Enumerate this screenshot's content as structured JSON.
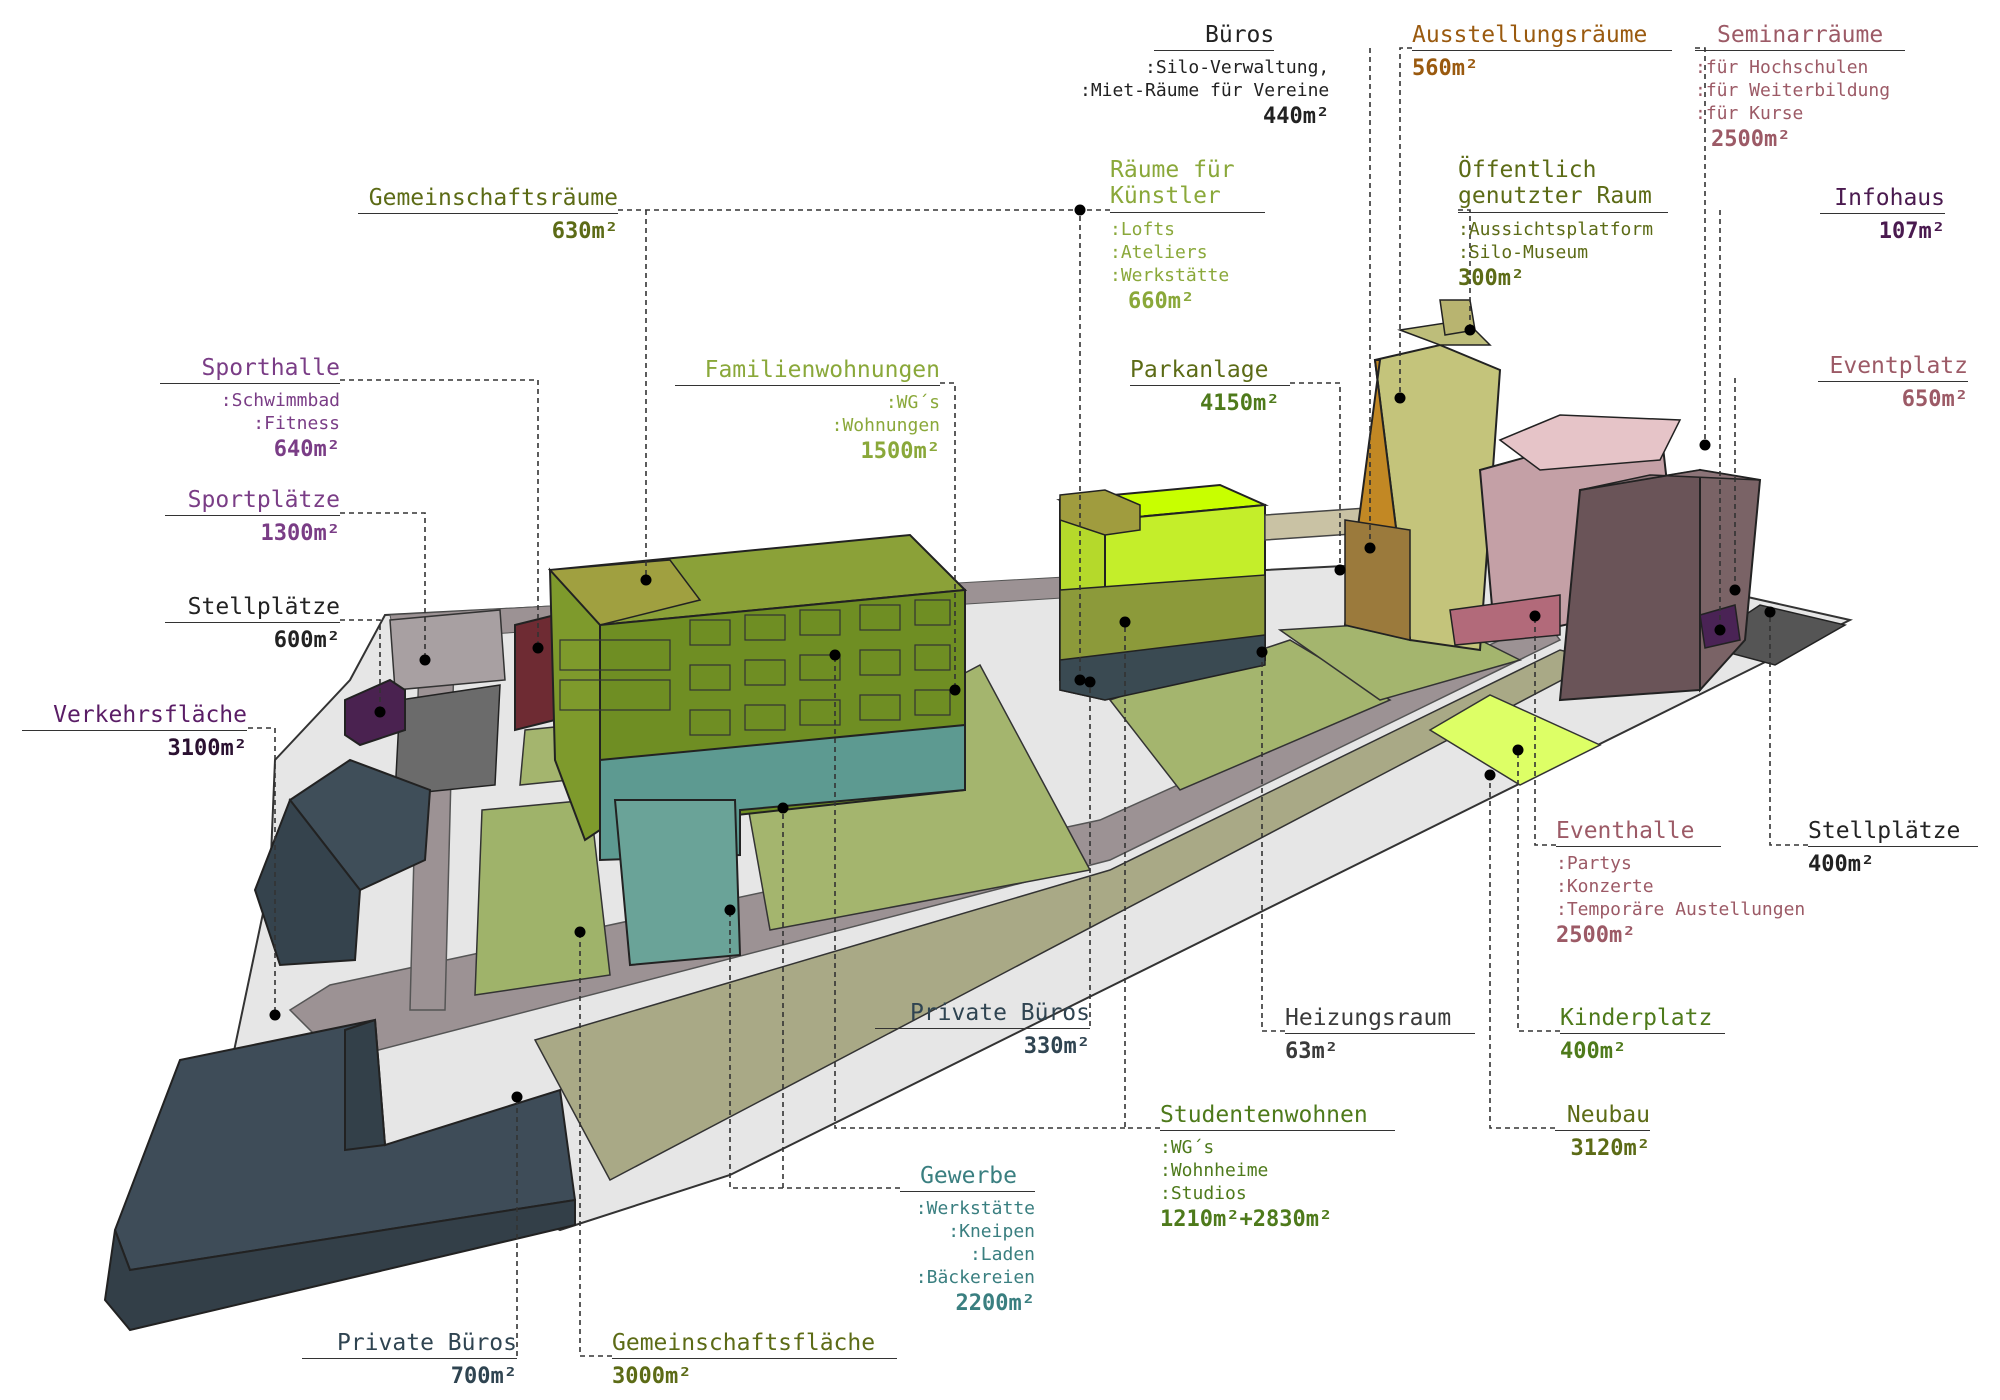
{
  "colors": {
    "purple": "#7a3d86",
    "dark_purple": "#4a1a4f",
    "olive": "#5c6b16",
    "lime": "#8aa83a",
    "green": "#4e7a1b",
    "brown": "#9a5a0f",
    "rose": "#9c5a66",
    "teal": "#3a7f80",
    "slate": "#2f4451",
    "black": "#222222"
  },
  "labels": {
    "sporthalle": {
      "title": "Sporthalle",
      "items": [
        ":Schwimmbad",
        ":Fitness"
      ],
      "area": "640m²"
    },
    "sportplaetze": {
      "title": "Sportplätze",
      "area": "1300m²"
    },
    "stellplaetze_left": {
      "title": "Stellplätze",
      "area": "600m²"
    },
    "verkehrsflaeche": {
      "title": "Verkehrsfläche",
      "area": "3100m²"
    },
    "gemeinschaftsraeume": {
      "title": "Gemeinschaftsräume",
      "area": "630m²"
    },
    "familienwohnungen": {
      "title": "Familienwohnungen",
      "items": [
        ":WG´s",
        ":Wohnungen"
      ],
      "area": "1500m²"
    },
    "kuenstler": {
      "title_line1": "Räume für",
      "title_line2": "Künstler",
      "items": [
        ":Lofts",
        ":Ateliers",
        ":Werkstätte"
      ],
      "area": "660m²"
    },
    "parkanlage": {
      "title": "Parkanlage",
      "area": "4150m²"
    },
    "bueros": {
      "title": "Büros",
      "items": [
        ":Silo-Verwaltung,",
        ":Miet-Räume für Vereine"
      ],
      "area": "440m²"
    },
    "ausstellungsraeume": {
      "title": "Ausstellungsräume",
      "area": "560m²"
    },
    "seminarraeume": {
      "title": "Seminarräume",
      "items": [
        ":für Hochschulen",
        ":für Weiterbildung",
        ":für Kurse"
      ],
      "area": "2500m²"
    },
    "oeffentlich": {
      "title_line1": "Öffentlich",
      "title_line2": "genutzter Raum",
      "items": [
        ":Aussichtsplatform",
        ":Silo-Museum"
      ],
      "area": "300m²"
    },
    "infohaus": {
      "title": "Infohaus",
      "area": "107m²"
    },
    "eventplatz": {
      "title": "Eventplatz",
      "area": "650m²"
    },
    "stellplaetze_right": {
      "title": "Stellplätze",
      "area": "400m²"
    },
    "eventhalle": {
      "title": "Eventhalle",
      "items": [
        ":Partys",
        ":Konzerte",
        ":Temporäre Austellungen"
      ],
      "area": "2500m²"
    },
    "kinderplatz": {
      "title": "Kinderplatz",
      "area": "400m²"
    },
    "heizungsraum": {
      "title": "Heizungsraum",
      "area": "63m²"
    },
    "private_bueros_mid": {
      "title": "Private Büros",
      "area": "330m²"
    },
    "studentenwohnen": {
      "title": "Studentenwohnen",
      "items": [
        ":WG´s",
        ":Wohnheime",
        ":Studios"
      ],
      "area": "1210m²+2830m²"
    },
    "neubau": {
      "title": "Neubau",
      "area": "3120m²"
    },
    "gewerbe": {
      "title": "Gewerbe",
      "items": [
        ":Werkstätte",
        ":Kneipen",
        ":Laden",
        ":Bäckereien"
      ],
      "area": "2200m²"
    },
    "gemeinschaftsflaeche": {
      "title": "Gemeinschaftsfläche",
      "area": "3000m²"
    },
    "private_bueros_bottom": {
      "title": "Private Büros",
      "area": "700m²"
    }
  }
}
